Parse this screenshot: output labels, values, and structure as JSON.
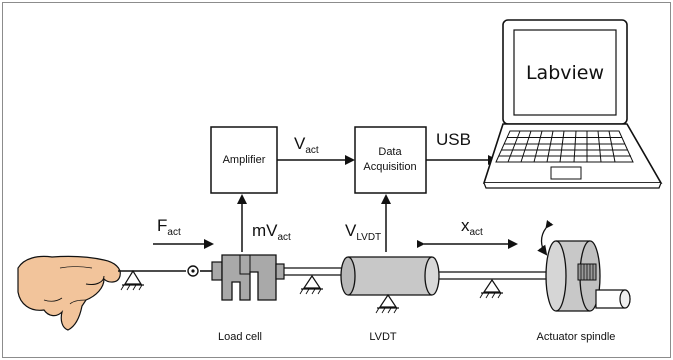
{
  "blocks": {
    "amplifier": "Amplifier",
    "daq_line1": "Data",
    "daq_line2": "Acquisition",
    "screen": "Labview"
  },
  "signals": {
    "v_act_main": "V",
    "v_act_sub": "act",
    "usb": "USB",
    "f_act_main": "F",
    "f_act_sub": "act",
    "mv_act_main": "mV",
    "mv_act_sub": "act",
    "v_lvdt_main": "V",
    "v_lvdt_sub": "LVDT",
    "x_act_main": "x",
    "x_act_sub": "act"
  },
  "components": {
    "load_cell": "Load cell",
    "lvdt": "LVDT",
    "actuator": "Actuator spindle"
  },
  "colors": {
    "skin": "#f2c49b",
    "lvdt_body": "#c8c8c8",
    "load_cell": "#a9a9a9",
    "screen_fill": "#ffffff",
    "line": "#111111"
  }
}
